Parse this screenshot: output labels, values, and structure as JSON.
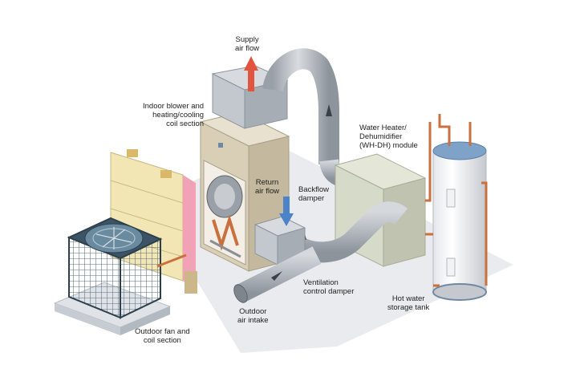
{
  "labels": {
    "supply": "Supply\nair flow",
    "indoor": "Indoor blower and\nheating/cooling\ncoil section",
    "water_heater": "Water Heater/\nDehumidifier\n(WH-DH) module",
    "return": "Return\nair flow",
    "backflow": "Backflow\ndamper",
    "ventilation": "Ventilation\ncontrol damper",
    "outdoor_intake": "Outdoor\nair intake",
    "outdoor_fan": "Outdoor fan and\ncoil section",
    "tank": "Hot water\nstorage tank"
  },
  "colors": {
    "floor": "#e9ebee",
    "cabinet": "#d9cfb7",
    "duct": "#b4b9c0",
    "module": "#d6dac8",
    "tank_top": "#7fa2c9",
    "copper": "#c9703e",
    "supply_arrow": "#e1543e",
    "return_arrow": "#4b82c8",
    "condenser": "#2e3f4c",
    "insulation": "#f2a2b7"
  }
}
